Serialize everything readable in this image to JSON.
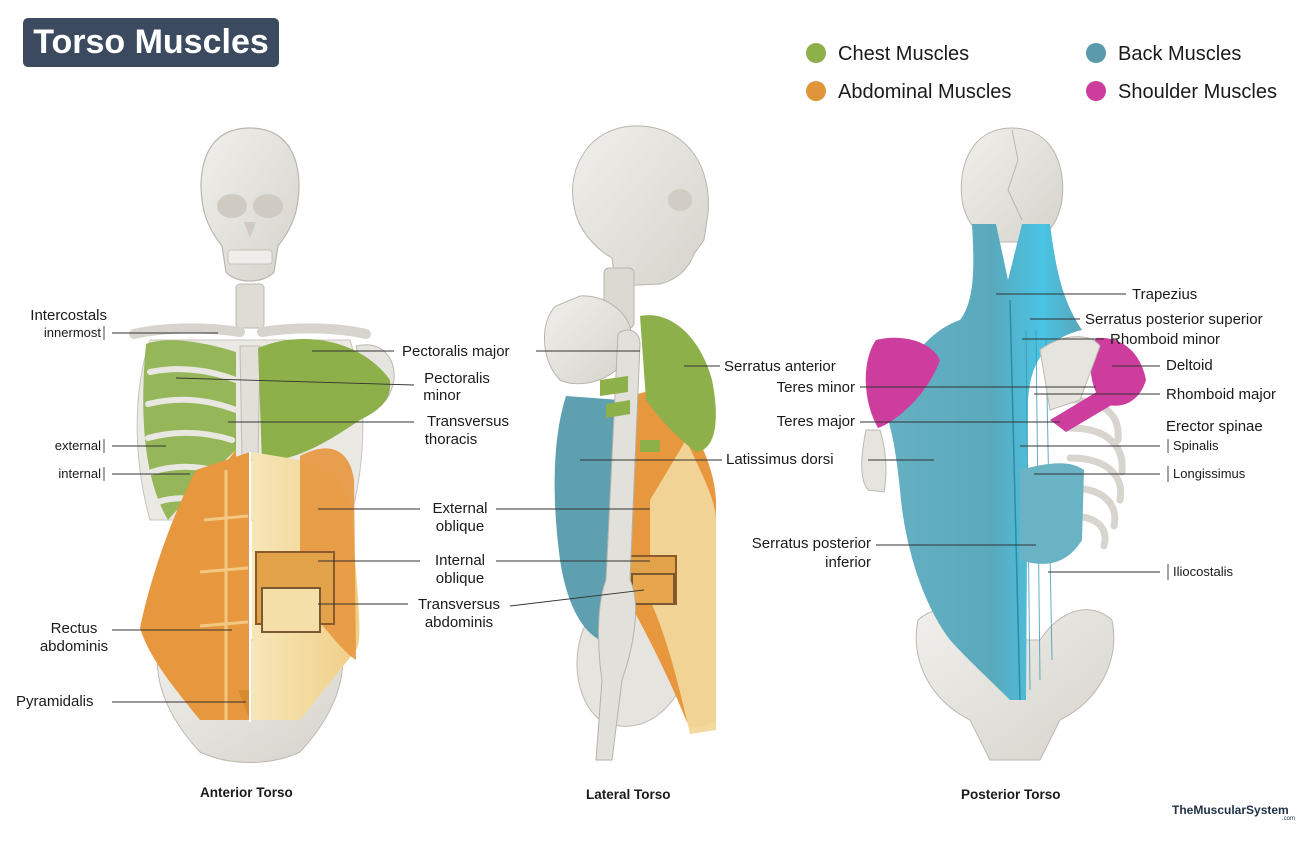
{
  "title": "Torso Muscles",
  "legend": [
    {
      "label": "Chest Muscles",
      "color": "#8db04a"
    },
    {
      "label": "Back Muscles",
      "color": "#5b9aaa"
    },
    {
      "label": "Abdominal Muscles",
      "color": "#e0953a"
    },
    {
      "label": "Shoulder Muscles",
      "color": "#cc3d9e"
    }
  ],
  "colors": {
    "bone": "#e6e4df",
    "bone_outline": "#b9b6ae",
    "chest": "#8db04a",
    "abdominal": "#e7973e",
    "abdominal_light": "#f1d79a",
    "back": "#5fa9bd",
    "back_bright": "#54c7e2",
    "shoulder": "#cc3d9e"
  },
  "anterior": {
    "caption": "Anterior Torso",
    "labels": {
      "intercostals": "Intercostals",
      "innermost": "innermost",
      "external": "external",
      "internal": "internal",
      "rectus": "Rectus",
      "abdominis": "abdominis",
      "pyramidalis": "Pyramidalis",
      "pectoralis_major": "Pectoralis major",
      "pectoralis": "Pectoralis",
      "minor": "minor",
      "transversus": "Transversus",
      "thoracis": "thoracis",
      "external2": "External",
      "oblique": "oblique",
      "internal2": "Internal",
      "oblique2": "oblique",
      "transversus2": "Transversus",
      "abdominis2": "abdominis"
    }
  },
  "lateral": {
    "caption": "Lateral Torso",
    "labels": {
      "serratus_anterior": "Serratus anterior",
      "latissimus_dorsi": "Latissimus dorsi"
    }
  },
  "posterior": {
    "caption": "Posterior Torso",
    "labels": {
      "trapezius": "Trapezius",
      "serratus_posterior_superior": "Serratus posterior superior",
      "rhomboid_minor": "Rhomboid minor",
      "deltoid": "Deltoid",
      "rhomboid_major": "Rhomboid major",
      "erector_spinae": "Erector spinae",
      "spinalis": "Spinalis",
      "longissimus": "Longissimus",
      "iliocostalis": "Iliocostalis",
      "teres_minor": "Teres minor",
      "teres_major": "Teres major",
      "serratus_posterior": "Serratus posterior",
      "inferior": "inferior"
    }
  },
  "brand": {
    "name": "TheMuscularSystem",
    "suffix": ".com"
  }
}
